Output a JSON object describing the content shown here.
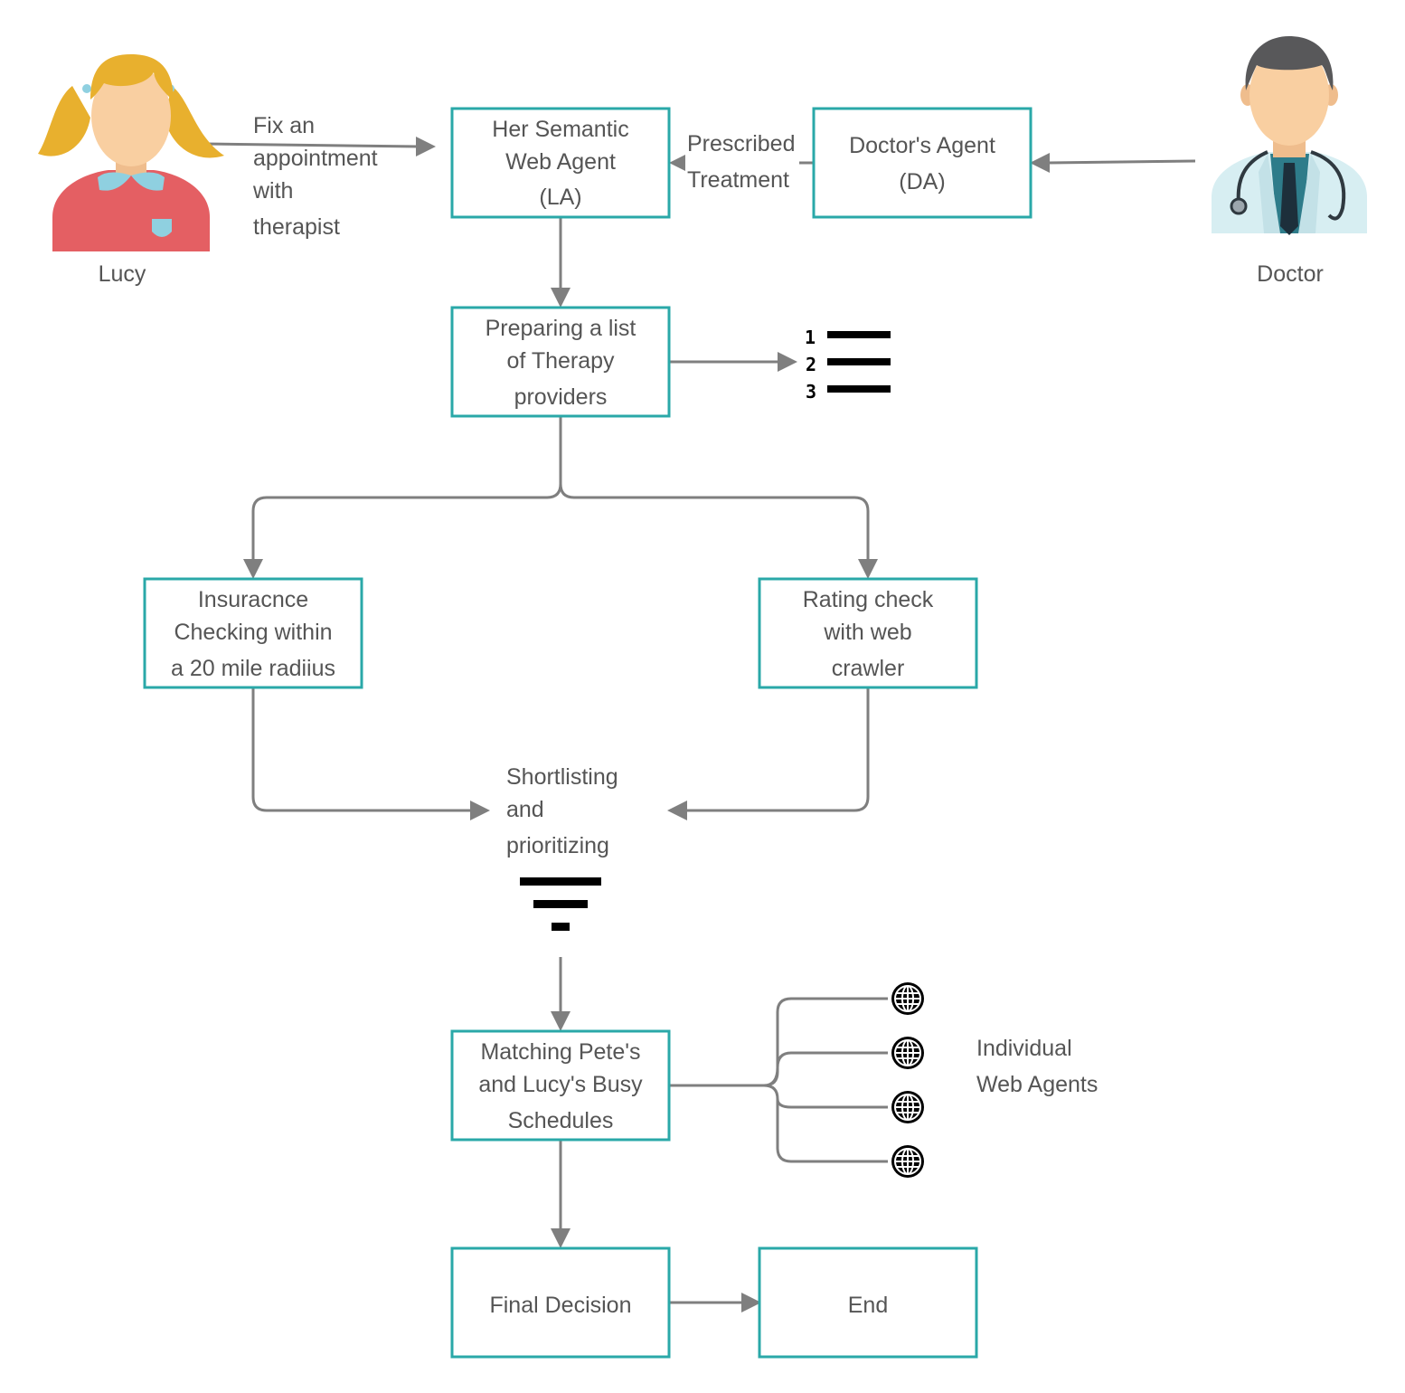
{
  "actors": {
    "lucy": {
      "label": "Lucy"
    },
    "doctor": {
      "label": "Doctor"
    }
  },
  "labels": {
    "fix_appointment": [
      "Fix an",
      "appointment",
      "with",
      "therapist"
    ],
    "prescribed_treatment": [
      "Prescribed",
      "Treatment"
    ],
    "shortlisting": [
      "Shortlisting",
      "and",
      "prioritizing"
    ],
    "individual_agents": [
      "Individual",
      "Web Agents"
    ]
  },
  "nodes": {
    "semantic_agent": [
      "Her Semantic",
      "Web Agent",
      "(LA)"
    ],
    "doctors_agent": [
      "Doctor's Agent",
      "(DA)"
    ],
    "preparing_list": [
      "Preparing a list",
      "of Therapy",
      "providers"
    ],
    "insurance_check": [
      "Insuracnce",
      "Checking within",
      "a 20 mile  radiius"
    ],
    "rating_check": [
      "Rating check",
      "with web",
      "crawler"
    ],
    "matching_schedules": [
      "Matching Pete's",
      "and Lucy's Busy",
      "Schedules"
    ],
    "final_decision": [
      "Final Decision"
    ],
    "end": [
      "End"
    ]
  },
  "icons": {
    "list_icon": {
      "name": "numbered-list-icon",
      "numbers": [
        "1",
        "2",
        "3"
      ]
    },
    "filter_icon": {
      "name": "filter-icon"
    },
    "globe_icon": {
      "name": "globe-icon",
      "count": 4
    }
  },
  "colors": {
    "box_border": "#2aa8a8",
    "connector": "#7f7f7f",
    "text": "#555555",
    "lucy_hair": "#e8b02e",
    "lucy_shirt": "#e45f63",
    "skin": "#f9cfa1",
    "doctor_coat": "#d7eef2",
    "doctor_hair": "#58585a"
  }
}
